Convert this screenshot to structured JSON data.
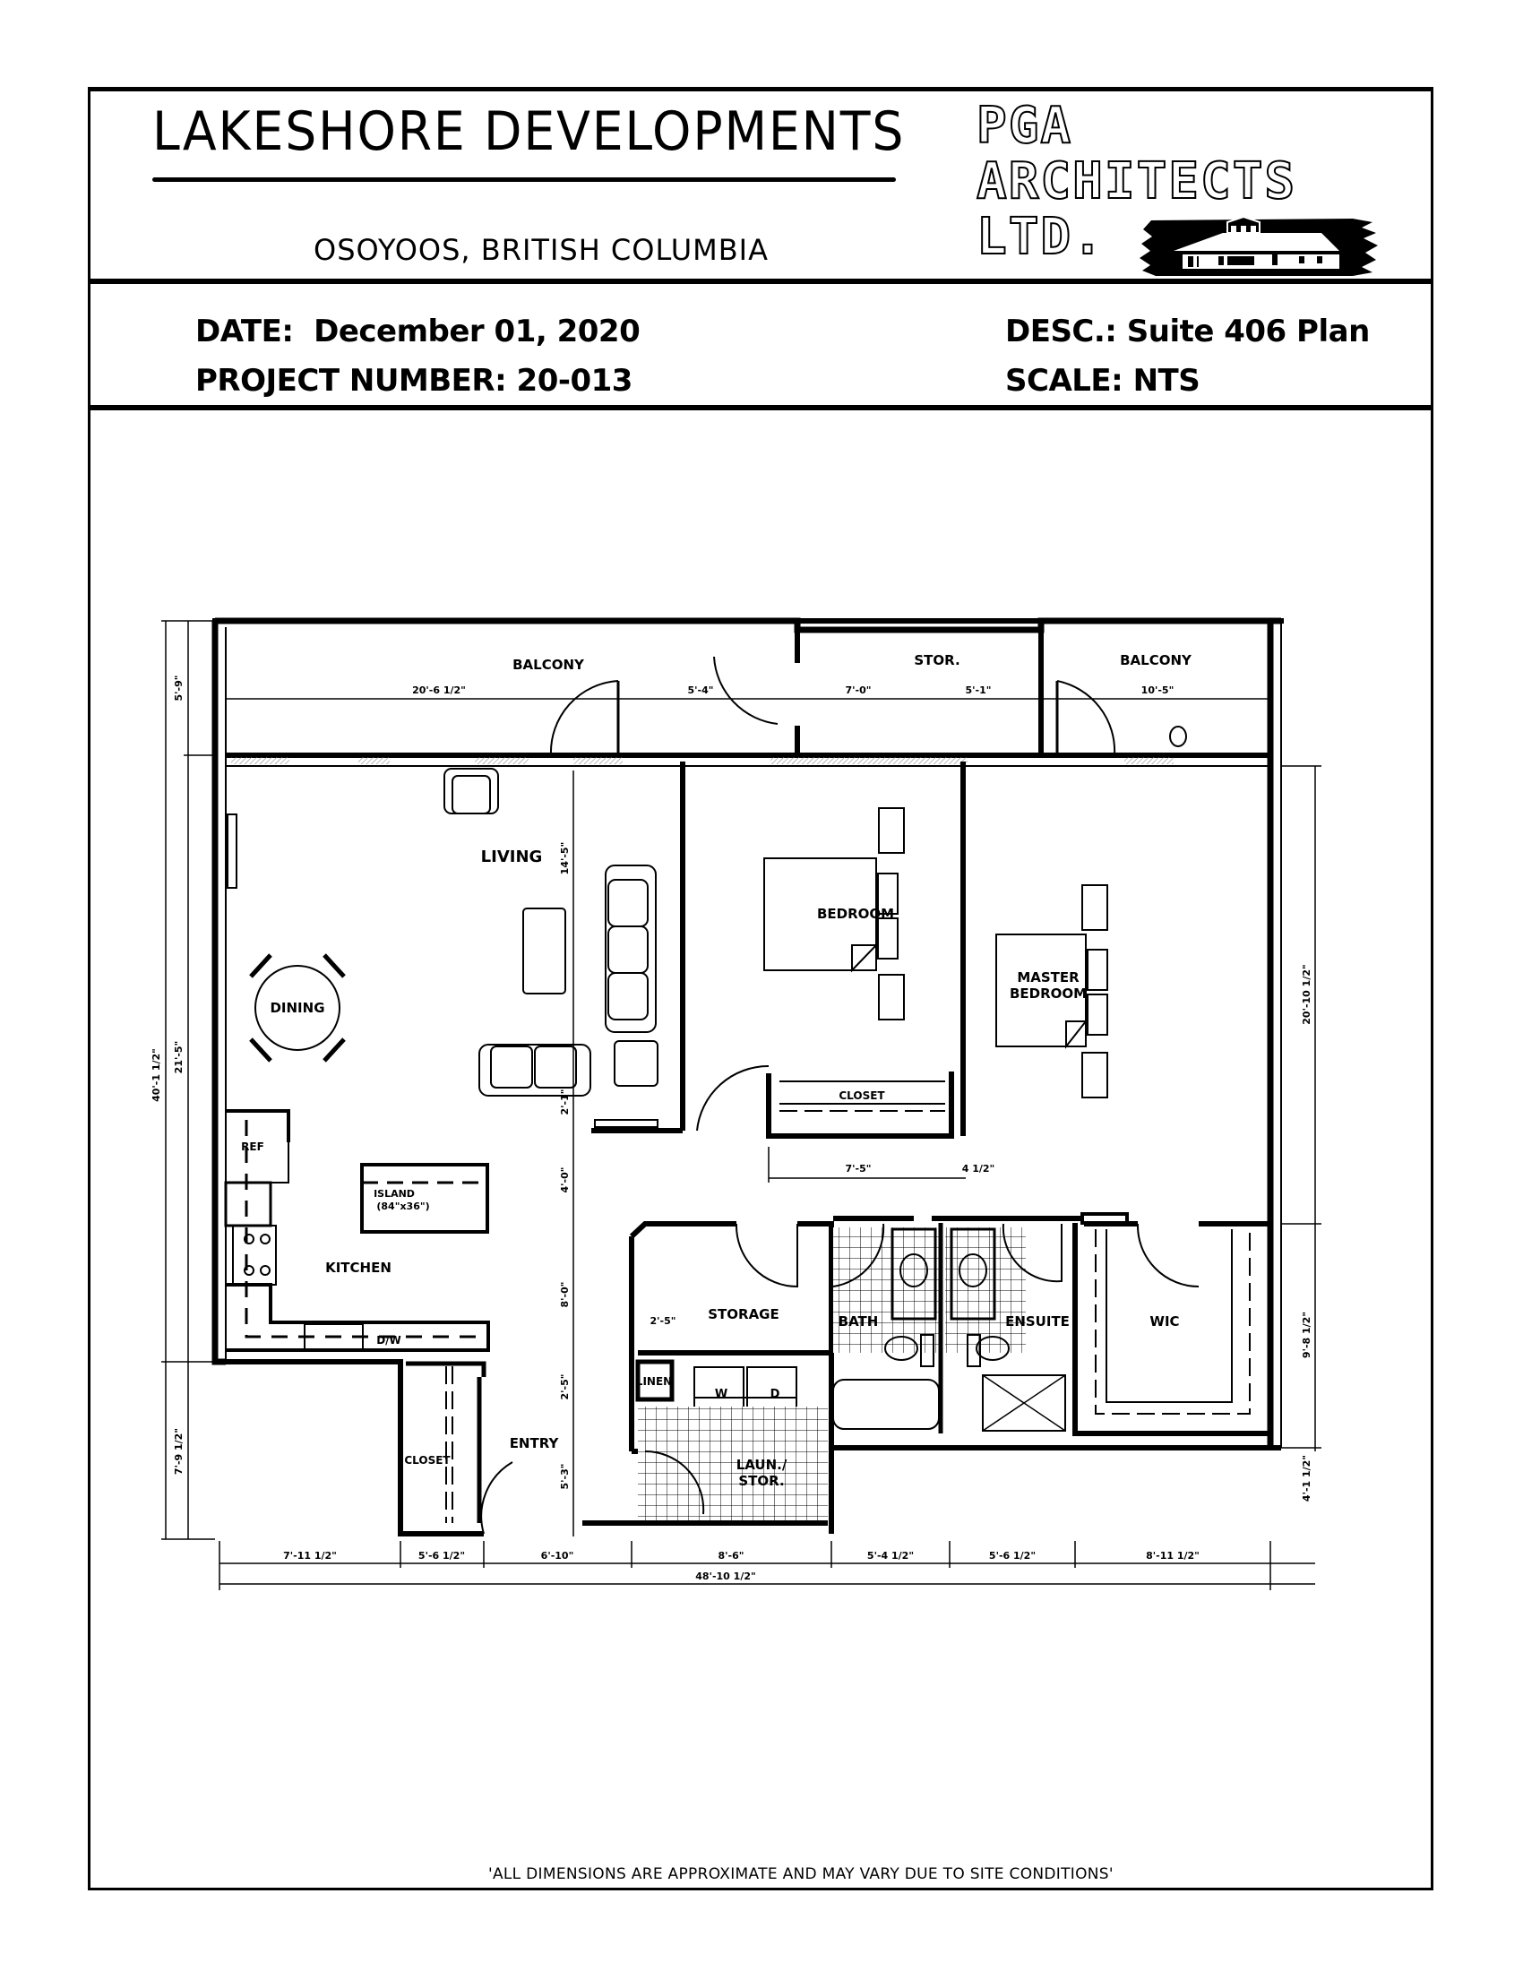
{
  "header": {
    "title": "LAKESHORE DEVELOPMENTS",
    "subtitle": "OSOYOOS, BRITISH COLUMBIA",
    "logo": {
      "lines": [
        "PGA",
        "ARCHITECTS",
        "LTD."
      ],
      "icon": "house-logo-icon"
    }
  },
  "info": {
    "date_label": "DATE:",
    "date_value": "December 01, 2020",
    "project_label": "PROJECT NUMBER:",
    "project_value": "20-013",
    "desc_label": "DESC.:",
    "desc_value": "Suite 406 Plan",
    "scale_label": "SCALE:",
    "scale_value": "NTS"
  },
  "plan": {
    "rooms": {
      "balcony_left": "BALCONY",
      "stor_top": "STOR.",
      "balcony_right": "BALCONY",
      "living": "LIVING",
      "dining": "DINING",
      "bedroom": "BEDROOM",
      "master_bedroom_1": "MASTER",
      "master_bedroom_2": "BEDROOM",
      "closet_bedroom": "CLOSET",
      "kitchen": "KITCHEN",
      "island_1": "ISLAND",
      "island_2": "(84\"x36\")",
      "fridge": "REF",
      "dishwasher": "D/W",
      "storage": "STORAGE",
      "bath": "BATH",
      "ensuite": "ENSUITE",
      "wic": "WIC",
      "linen": "LINEN",
      "washer": "W",
      "dryer": "D",
      "laundry_1": "LAUN./",
      "laundry_2": "STOR.",
      "entry": "ENTRY",
      "closet_entry": "CLOSET"
    },
    "dimensions": {
      "top": [
        "20'-6 1/2\"",
        "5'-4\"",
        "7'-0\"",
        "5'-1\"",
        "10'-5\""
      ],
      "left": [
        "5'-9\"",
        "21'-5\"",
        "7'-9 1/2\"",
        "40'-1 1/2\""
      ],
      "right": [
        "20'-10 1/2\"",
        "9'-8 1/2\"",
        "4'-1 1/2\""
      ],
      "center_vertical": [
        "14'-5\"",
        "2'-1\"",
        "4'-0\"",
        "8'-0\"",
        "2'-5\"",
        "5'-3\""
      ],
      "closet_width": "7'-5\"",
      "closet_offset": "4 1/2\"",
      "storage_width": "2'-5\"",
      "bottom": [
        "7'-11 1/2\"",
        "5'-6 1/2\"",
        "6'-10\"",
        "8'-6\"",
        "5'-4 1/2\"",
        "5'-6 1/2\"",
        "8'-11 1/2\""
      ],
      "bottom_total": "48'-10 1/2\""
    }
  },
  "footer": {
    "note": "'ALL DIMENSIONS ARE APPROXIMATE AND MAY VARY DUE TO SITE CONDITIONS'"
  }
}
